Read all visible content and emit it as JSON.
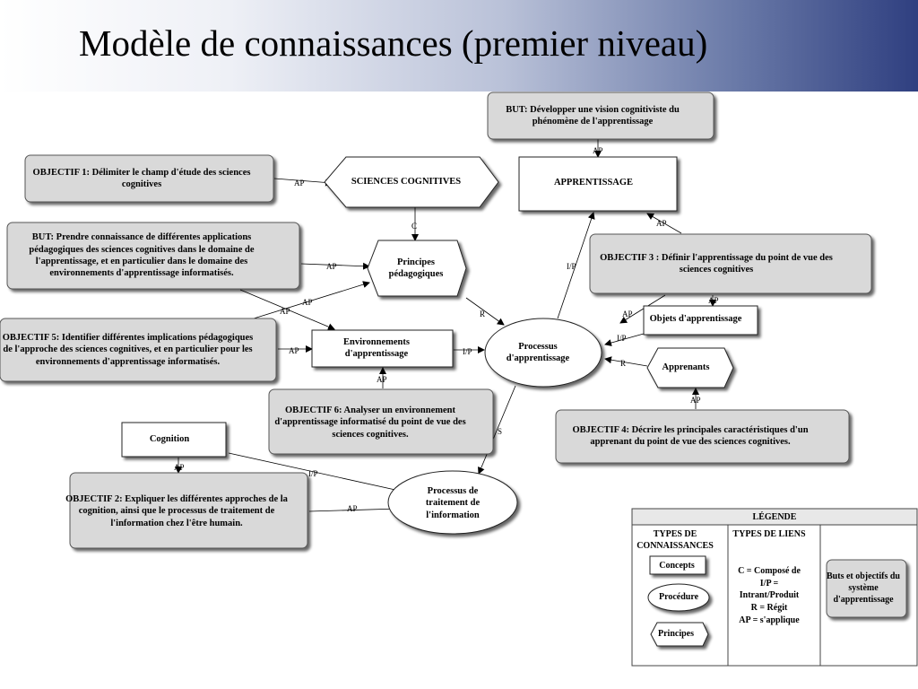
{
  "title": "Modèle de connaissances (premier niveau)",
  "nodes": {
    "but_top": "BUT:  Développer une vision cognitiviste du phénomène de l'apprentissage",
    "objectif1": "OBJECTIF 1:  Délimiter le champ d'étude des sciences cognitives",
    "sciences_cognitives": "SCIENCES COGNITIVES",
    "apprentissage": "APPRENTISSAGE",
    "but_left": "BUT:  Prendre connaissance de différentes applications pédagogiques des sciences cognitives dans le domaine de l'apprentissage, et en particulier dans le domaine des environnements d'apprentissage informatisés.",
    "principes_pedagogiques": "Principes pédagogiques",
    "objectif3": "OBJECTIF 3 : Définir l'apprentissage du point de vue des sciences cognitives",
    "objets_apprentissage": "Objets d'apprentissage",
    "objectif5": "OBJECTIF 5:  Identifier différentes implications pédagogiques de l'approche des  sciences cognitives, et en particulier pour les environnements d'apprentissage informatisés.",
    "environnements": "Environnements d'apprentissage",
    "processus_apprentissage": "Processus d'apprentissage",
    "apprenants": "Apprenants",
    "objectif6": "OBJECTIF 6:  Analyser un environnement d'apprentissage informatisé du point de vue des sciences cognitives.",
    "objectif4": "OBJECTIF 4: Décrire les principales caractéristiques d'un apprenant du point de vue des sciences cognitives.",
    "cognition": "Cognition",
    "objectif2": "OBJECTIF  2:  Expliquer les différentes approches de la cognition, ainsi que le processus de traitement de l'information chez l'être humain.",
    "processus_traitement": "Processus de traitement de l'information"
  },
  "links": {
    "ap": "AP",
    "c": "C",
    "r": "R",
    "ip": "I/P",
    "s": "S"
  },
  "legend": {
    "title": "LÉGENDE",
    "types_connaissances": "TYPES DE CONNAISSANCES",
    "types_liens": "TYPES DE LIENS",
    "concepts": "Concepts",
    "procedure": "Procédure",
    "principes": "Principes",
    "liens_c": "C = Composé de",
    "liens_ip": "I/P = Intrant/Produit",
    "liens_r": "R = Régit",
    "liens_ap": "AP = s'applique",
    "buts": "Buts et objectifs du système d'apprentissage"
  },
  "colors": {
    "goal_fill": "#d9d9d9",
    "title_gradient_end": "#2f3f80"
  }
}
